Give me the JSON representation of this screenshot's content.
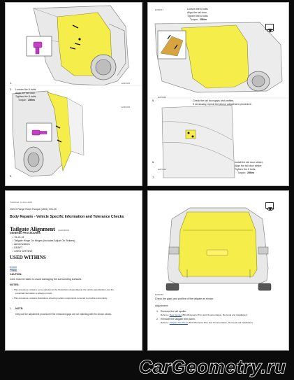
{
  "pages": {
    "p1": {
      "step1_num": "1.",
      "step1_code": "E325345",
      "step2_num": "2.",
      "step2_lines": [
        "Loosen the 8 bolts.",
        "Align the tail door.",
        "Tighten the 8 bolts."
      ],
      "step2_torque_label": "Torque:",
      "step2_torque_value": "25Nm",
      "step2_code": "E325346",
      "step3_num": "3."
    },
    "p2": {
      "step4_code": "E325347",
      "step4_lines": [
        "Loosen the 6 bolts.",
        "Align the tail door.",
        "Tighten the 6 bolts."
      ],
      "step4_torque_label": "Torque:",
      "step4_torque_value": "25Nm",
      "step5_num": "5.",
      "step5_code": "E325348",
      "step5_lines": [
        "Check the tail door gaps and profiles.",
        "If necessary, repeat the above adjustment procedure."
      ],
      "step6_num": "6.",
      "step6_code": "E325349",
      "step6_lines": [
        "Install the tail door striker.",
        "Align the tail door striker.",
        "Tighten the 2 bolts."
      ],
      "step6_torque_label": "Torque:",
      "step6_torque_value": "25Nm",
      "step7_num": "7."
    },
    "p3": {
      "published": "Published: 12-Dec-2016",
      "vehicle": "2020.0 Range Rover Evoque (L551), 501-26",
      "section": "Body Repairs - Vehicle Specific Information and Tolerance Checks",
      "heading": "Tailgate Alignment",
      "heading_suffix": "(G2019603)",
      "general_procedures": "GENERAL PROCEDURES",
      "procedure_items": [
        "76-24-31",
        "Tailgate Hinge On Hinges (Includes Adjust On Strikers)",
        "All Derivatives",
        "DRAFT",
        "USED WITHINS"
      ],
      "used_withins": "USED WITHINS",
      "link": "31000",
      "check_label": "Check.",
      "caution_label": "CAUTION:",
      "caution_text": "Care must be taken to avoid damaging the surrounding surfaces.",
      "notes_label": "NOTES:",
      "note1a": "This procedure contains some variation in the illustrations depending on the vehicle specification, but the",
      "note1b": "essential information is always correct.",
      "note2": "This procedure contains illustrations showing certain components removed to provide extra clarity.",
      "step1_num": "1.",
      "step1_label": "NOTE:",
      "step1_text": "Only use the adjustment procedure if the measured gaps are not matching with the shown values."
    },
    "p4": {
      "code": "E325350",
      "check_text": "Check the gaps and profiles of the tailgate as shown.",
      "adjustment_label": "Adjustment:",
      "item1_num": "1.",
      "item1_title": "Remove the tail spoiler.",
      "item1_refer_a": "Refer to:",
      "item1_link": "Rear Spoiler",
      "item1_refer_b": "(501-08 Exterior Trim and Ornamentation, Removal and Installation).",
      "item2_num": "2.",
      "item2_title": "Remove the tailgate trim panel.",
      "item2_refer_a": "Refer to:",
      "item2_link": "Tailgate Trim Panel",
      "item2_refer_b": "(501-05 Interior Trim and Ornamentation, Removal and Installation)."
    }
  },
  "watermark": "CarGeometry.ru",
  "colors": {
    "highlight": "#f5ee4a",
    "bolt": "#c440c4",
    "link": "#1a4fa3",
    "background": "#0b0b0b"
  }
}
